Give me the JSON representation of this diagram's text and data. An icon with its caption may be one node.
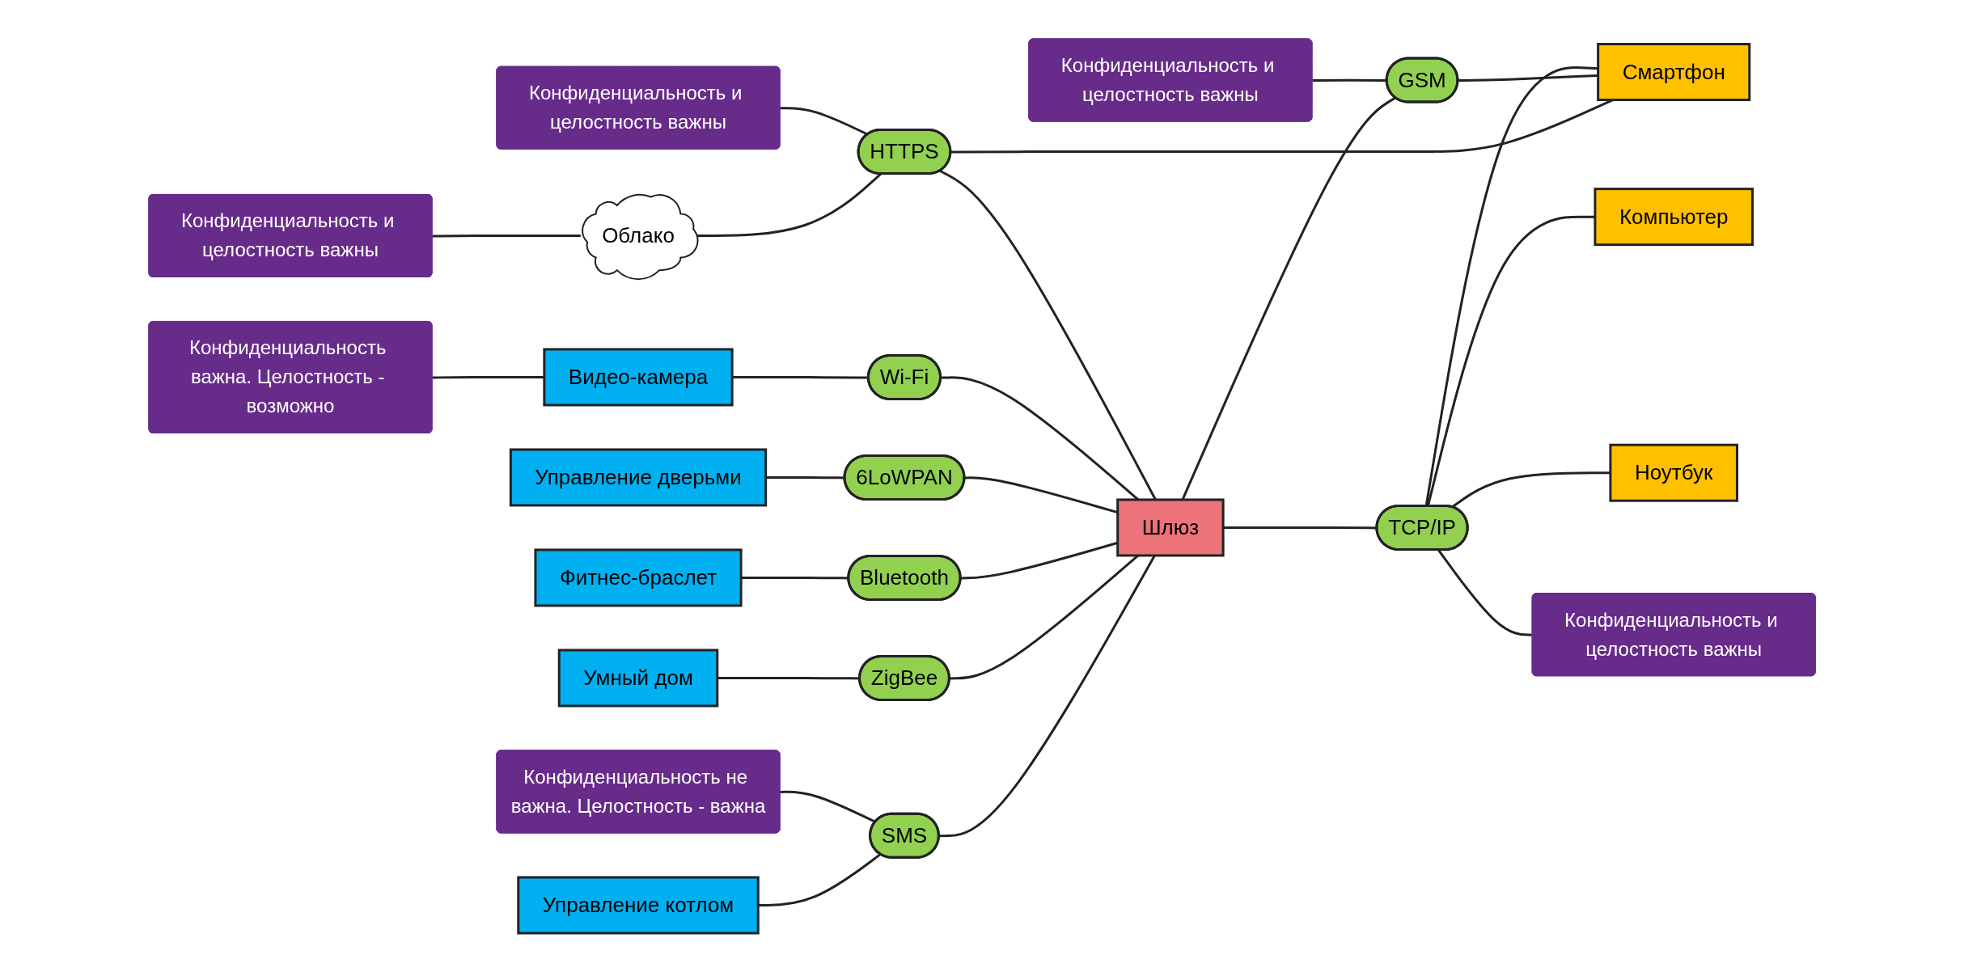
{
  "diagram": {
    "nodes": [
      {
        "text": [
          "Облако"
        ]
      },
      {
        "text": [
          "Управление котлом"
        ]
      },
      {
        "text": [
          "SMS"
        ]
      },
      {
        "text": [
          "HTTPS"
        ]
      },
      {
        "text": [
          "Умный дом"
        ]
      },
      {
        "text": [
          "ZigBee"
        ]
      },
      {
        "text": [
          "Фитнес-браслет"
        ]
      },
      {
        "text": [
          "Bluetooth"
        ]
      },
      {
        "text": [
          "Шлюз"
        ]
      },
      {
        "text": [
          "GSM"
        ]
      },
      {
        "text": [
          "Смартфон"
        ]
      },
      {
        "text": [
          "Управление дверьми"
        ]
      },
      {
        "text": [
          "6LoWPAN"
        ]
      },
      {
        "text": [
          "TCP/IP"
        ]
      },
      {
        "text": [
          "Видео-камера"
        ]
      },
      {
        "text": [
          "Wi-Fi"
        ]
      },
      {
        "text": [
          "Компьютер"
        ]
      },
      {
        "text": [
          "Ноутбук"
        ]
      },
      {
        "text": [
          "Конфиденциальность не важна. Целостность - важна"
        ]
      },
      {
        "text": [
          "Конфиденциальность и целостность важны"
        ]
      },
      {
        "text": [
          "Конфиденциальность и целостность важны"
        ]
      },
      {
        "text": [
          "Конфиденциальность и целостность важны"
        ]
      },
      {
        "text": [
          "Конфиденциальность и целостность важны"
        ]
      },
      {
        "text": [
          "Конфиденциальность важна. Целостность - возможно"
        ]
      }
    ],
    "edges": [
      {
        "from": 1,
        "to": 2,
        "arrow": "none"
      },
      {
        "from": 2,
        "to": 8,
        "arrow": "none"
      },
      {
        "from": 4,
        "to": 5,
        "arrow": "none"
      },
      {
        "from": 5,
        "to": 8,
        "arrow": "none"
      },
      {
        "from": 6,
        "to": 7,
        "arrow": "none"
      },
      {
        "from": 7,
        "to": 8,
        "arrow": "none"
      },
      {
        "from": 11,
        "to": 12,
        "arrow": "none"
      },
      {
        "from": 12,
        "to": 8,
        "arrow": "none"
      },
      {
        "from": 14,
        "to": 15,
        "arrow": "none"
      },
      {
        "from": 15,
        "to": 8,
        "arrow": "none"
      },
      {
        "from": 0,
        "to": 3,
        "arrow": "none"
      },
      {
        "from": 3,
        "to": 8,
        "arrow": "none"
      },
      {
        "from": 3,
        "to": 10,
        "arrow": "none"
      },
      {
        "from": 8,
        "to": 9,
        "arrow": "none"
      },
      {
        "from": 9,
        "to": 10,
        "arrow": "none"
      },
      {
        "from": 8,
        "to": 13,
        "arrow": "none"
      },
      {
        "from": 13,
        "to": 10,
        "arrow": "none"
      },
      {
        "from": 13,
        "to": 16,
        "arrow": "none"
      },
      {
        "from": 13,
        "to": 17,
        "arrow": "none"
      },
      {
        "from": 18,
        "to": 2,
        "arrow": "none"
      },
      {
        "from": 19,
        "to": 0,
        "arrow": "none"
      },
      {
        "from": 20,
        "to": 3,
        "arrow": "none"
      },
      {
        "from": 21,
        "to": 9,
        "arrow": "none"
      },
      {
        "from": 22,
        "to": 13,
        "arrow": "none"
      },
      {
        "from": 23,
        "to": 14,
        "arrow": "none"
      }
    ]
  }
}
